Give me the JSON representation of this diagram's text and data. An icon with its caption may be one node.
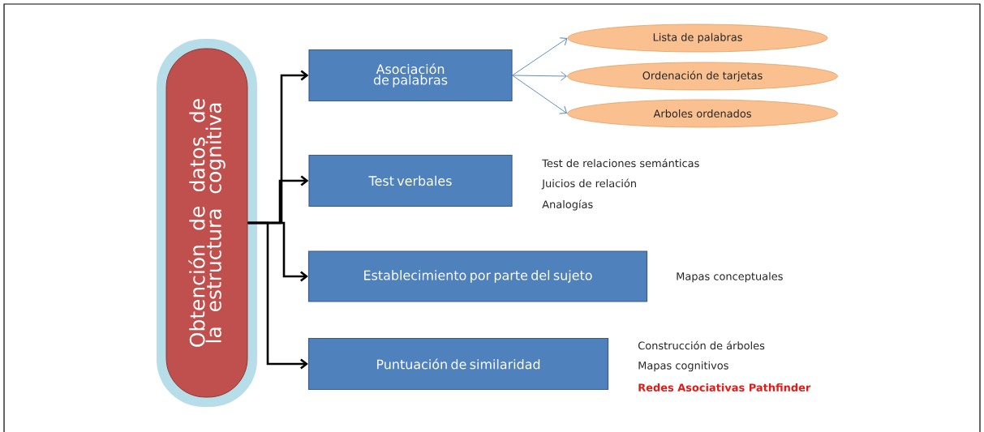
{
  "diagram": {
    "nodes": [
      {
        "text": [
          "Obtención de datos de la estructura cognitiva"
        ]
      },
      {
        "text": [
          "Asociación de palabras"
        ]
      },
      {
        "text": [
          "Test verbales"
        ],
        "beside": [
          "Test de relaciones semánticas",
          "Juicios de relación",
          "Analogías"
        ]
      },
      {
        "text": [
          "Establecimiento por parte del sujeto"
        ],
        "beside": [
          "Mapas conceptuales"
        ]
      },
      {
        "text": [
          "Puntuación de similaridad"
        ],
        "beside": [
          "Construcción de árboles",
          "Mapas cognitivos",
          "Redes Asociativas  Pathfinder"
        ]
      },
      {
        "text": [
          "Lista de palabras"
        ]
      },
      {
        "text": [
          "Ordenación de tarjetas"
        ]
      },
      {
        "text": [
          "Arboles ordenados"
        ]
      }
    ],
    "edges": [
      {
        "from": 0,
        "to": 1,
        "arrow": "to"
      },
      {
        "from": 0,
        "to": 2,
        "arrow": "to"
      },
      {
        "from": 0,
        "to": 3,
        "arrow": "to"
      },
      {
        "from": 0,
        "to": 4,
        "arrow": "to"
      },
      {
        "from": 1,
        "to": 5,
        "arrow": "to",
        "color": "#4f81bd"
      },
      {
        "from": 1,
        "to": 6,
        "arrow": "to",
        "color": "#4f81bd"
      },
      {
        "from": 1,
        "to": 7,
        "arrow": "to",
        "color": "#4f81bd"
      }
    ]
  }
}
